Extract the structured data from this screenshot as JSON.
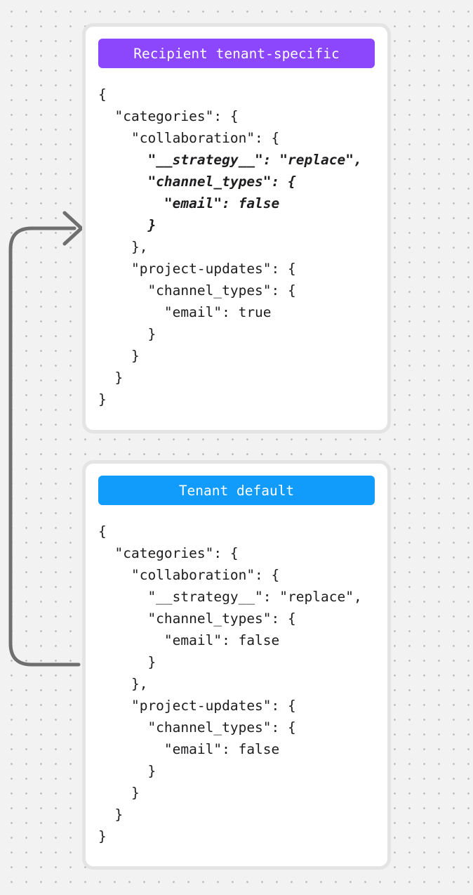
{
  "background": {
    "base_color": "#f2f2f2",
    "dot_color": "#bdbdbd"
  },
  "arrow": {
    "color": "#6f6f6f"
  },
  "cards": [
    {
      "badge": {
        "label": "Recipient tenant-specific",
        "color": "#8c46fb",
        "text_color": "#ffffff"
      },
      "code_lines": [
        {
          "text": "{",
          "emphasis": false
        },
        {
          "text": "  \"categories\": {",
          "emphasis": false
        },
        {
          "text": "    \"collaboration\": {",
          "emphasis": false
        },
        {
          "text": "      \"__strategy__\": \"replace\",",
          "emphasis": true
        },
        {
          "text": "      \"channel_types\": {",
          "emphasis": true
        },
        {
          "text": "        \"email\": false",
          "emphasis": true
        },
        {
          "text": "      }",
          "emphasis": true
        },
        {
          "text": "    },",
          "emphasis": false
        },
        {
          "text": "    \"project-updates\": {",
          "emphasis": false
        },
        {
          "text": "      \"channel_types\": {",
          "emphasis": false
        },
        {
          "text": "        \"email\": true",
          "emphasis": false
        },
        {
          "text": "      }",
          "emphasis": false
        },
        {
          "text": "    }",
          "emphasis": false
        },
        {
          "text": "  }",
          "emphasis": false
        },
        {
          "text": "}",
          "emphasis": false
        }
      ]
    },
    {
      "badge": {
        "label": "Tenant default",
        "color": "#119bfa",
        "text_color": "#ffffff"
      },
      "code_lines": [
        {
          "text": "{",
          "emphasis": false
        },
        {
          "text": "  \"categories\": {",
          "emphasis": false
        },
        {
          "text": "    \"collaboration\": {",
          "emphasis": false
        },
        {
          "text": "      \"__strategy__\": \"replace\",",
          "emphasis": false
        },
        {
          "text": "      \"channel_types\": {",
          "emphasis": false
        },
        {
          "text": "        \"email\": false",
          "emphasis": false
        },
        {
          "text": "      }",
          "emphasis": false
        },
        {
          "text": "    },",
          "emphasis": false
        },
        {
          "text": "    \"project-updates\": {",
          "emphasis": false
        },
        {
          "text": "      \"channel_types\": {",
          "emphasis": false
        },
        {
          "text": "        \"email\": false",
          "emphasis": false
        },
        {
          "text": "      }",
          "emphasis": false
        },
        {
          "text": "    }",
          "emphasis": false
        },
        {
          "text": "  }",
          "emphasis": false
        },
        {
          "text": "}",
          "emphasis": false
        }
      ]
    }
  ]
}
